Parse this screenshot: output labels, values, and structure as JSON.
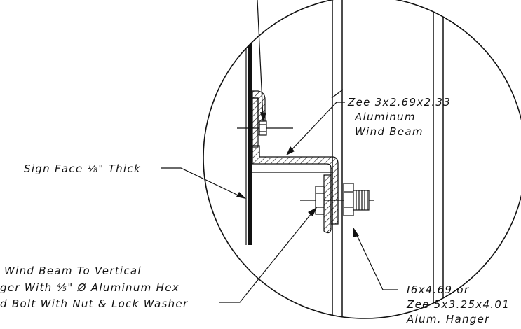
{
  "labels": {
    "zee_wind_beam": [
      "Zee 3x2.69x2.33",
      "Aluminum",
      "Wind Beam"
    ],
    "sign_face": "Sign Face ⅛\" Thick",
    "connection": [
      "Wind Beam To Vertical",
      "ger With ⅘\" Ø Aluminum Hex",
      "d Bolt With Nut & Lock Washer"
    ],
    "hanger": [
      "I6x4.69 or",
      "Zee 5x3.25x4.01",
      "Alum. Hanger"
    ]
  },
  "colors": {
    "line": "#111111",
    "background": "#ffffff"
  }
}
